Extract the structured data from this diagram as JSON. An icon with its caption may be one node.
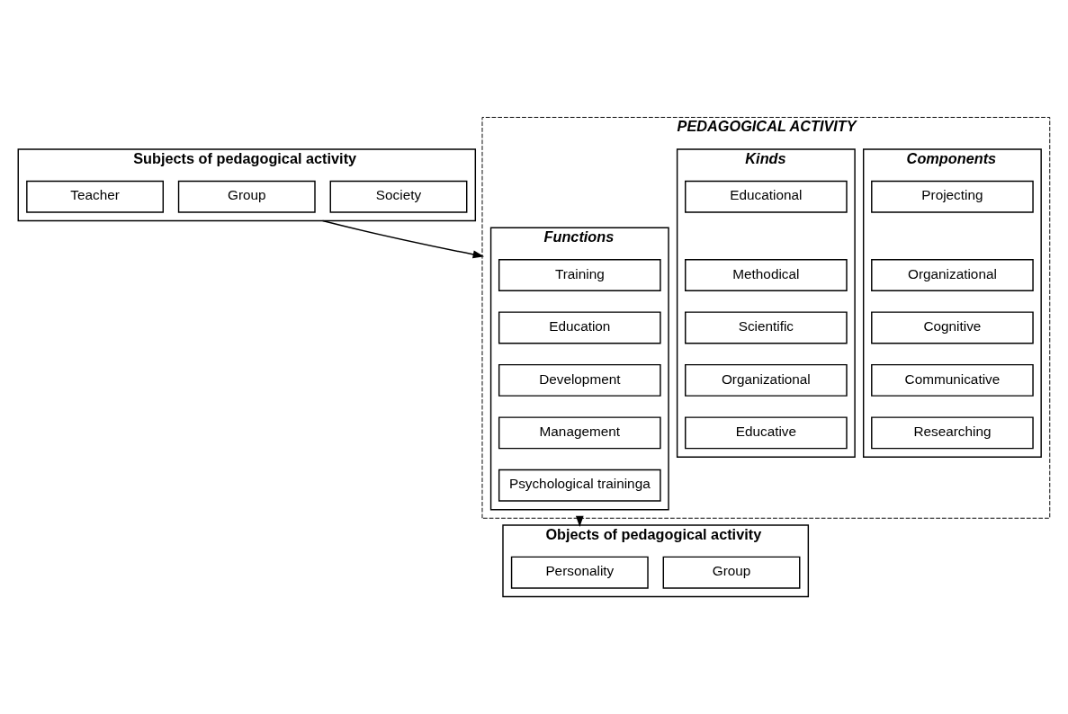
{
  "diagram": {
    "nodes": [
      {
        "text": [
          "Subjects of pedagogical activity"
        ]
      },
      {
        "text": [
          "Society"
        ],
        "in": 0
      },
      {
        "text": [
          "Group"
        ],
        "in": 0
      },
      {
        "text": [
          "Teacher"
        ],
        "in": 0
      },
      {
        "text": [
          "PEDAGOGICAL ACTIVITY"
        ]
      },
      {
        "text": [
          "Components"
        ],
        "in": 4
      },
      {
        "text": [
          "Projecting"
        ],
        "in": 5
      },
      {
        "text": [
          "Organizational"
        ],
        "in": 5
      },
      {
        "text": [
          "Cognitive"
        ],
        "in": 5
      },
      {
        "text": [
          "Communicative"
        ],
        "in": 5
      },
      {
        "text": [
          "Researching"
        ],
        "in": 5
      },
      {
        "text": [
          "Functions"
        ],
        "in": 4
      },
      {
        "text": [
          "Training"
        ],
        "in": 11
      },
      {
        "text": [
          "Education"
        ],
        "in": 11
      },
      {
        "text": [
          "Development"
        ],
        "in": 11
      },
      {
        "text": [
          "Management"
        ],
        "in": 11
      },
      {
        "text": [
          "Psychological traininga"
        ],
        "in": 11
      },
      {
        "text": [
          "Kinds"
        ],
        "in": 4
      },
      {
        "text": [
          "Educational"
        ],
        "in": 17
      },
      {
        "text": [
          "Methodical"
        ],
        "in": 17
      },
      {
        "text": [
          "Scientific"
        ],
        "in": 17
      },
      {
        "text": [
          "Organizational"
        ],
        "in": 17
      },
      {
        "text": [
          "Educative"
        ],
        "in": 17
      },
      {
        "text": [
          "Objects of pedagogical activity"
        ]
      },
      {
        "text": [
          "Group"
        ],
        "in": 23
      },
      {
        "text": [
          "Personality"
        ],
        "in": 23
      }
    ],
    "edges": [
      {
        "from": 0,
        "to": 4,
        "arrow": "to"
      },
      {
        "from": 4,
        "to": 23,
        "arrow": "to"
      }
    ]
  }
}
